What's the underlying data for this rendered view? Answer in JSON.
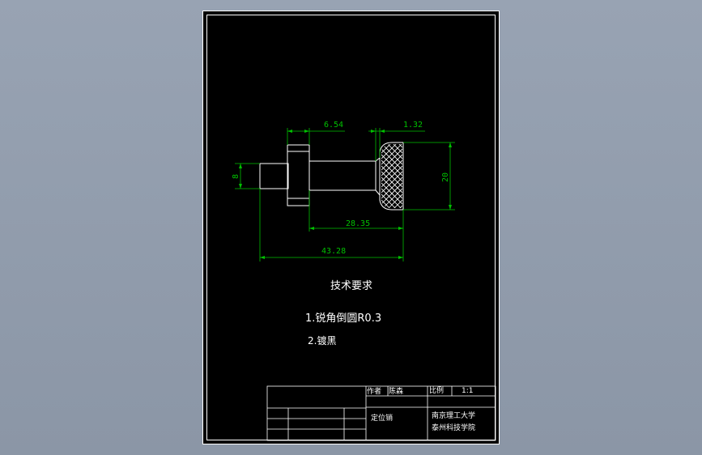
{
  "dimensions": {
    "head_gap": "6.54",
    "knurl_width": "1.32",
    "head_diameter": "20",
    "shank_diameter": "8",
    "mid_length": "28.35",
    "total_length": "43.28"
  },
  "notes": {
    "title": "技术要求",
    "item1": "1.锐角倒圆R0.3",
    "item2": "2.镀黑"
  },
  "title_block": {
    "author_label": "作者",
    "author_name": "陈森",
    "scale_label": "比例",
    "scale_value": "1:1",
    "part_name": "定位销",
    "school_line1": "南京理工大学",
    "school_line2": "泰州科技学院"
  },
  "colors": {
    "background": "#929dad",
    "sheet": "#000000",
    "drawing_lines": "#ffffff",
    "dimension_lines": "#00c000"
  }
}
